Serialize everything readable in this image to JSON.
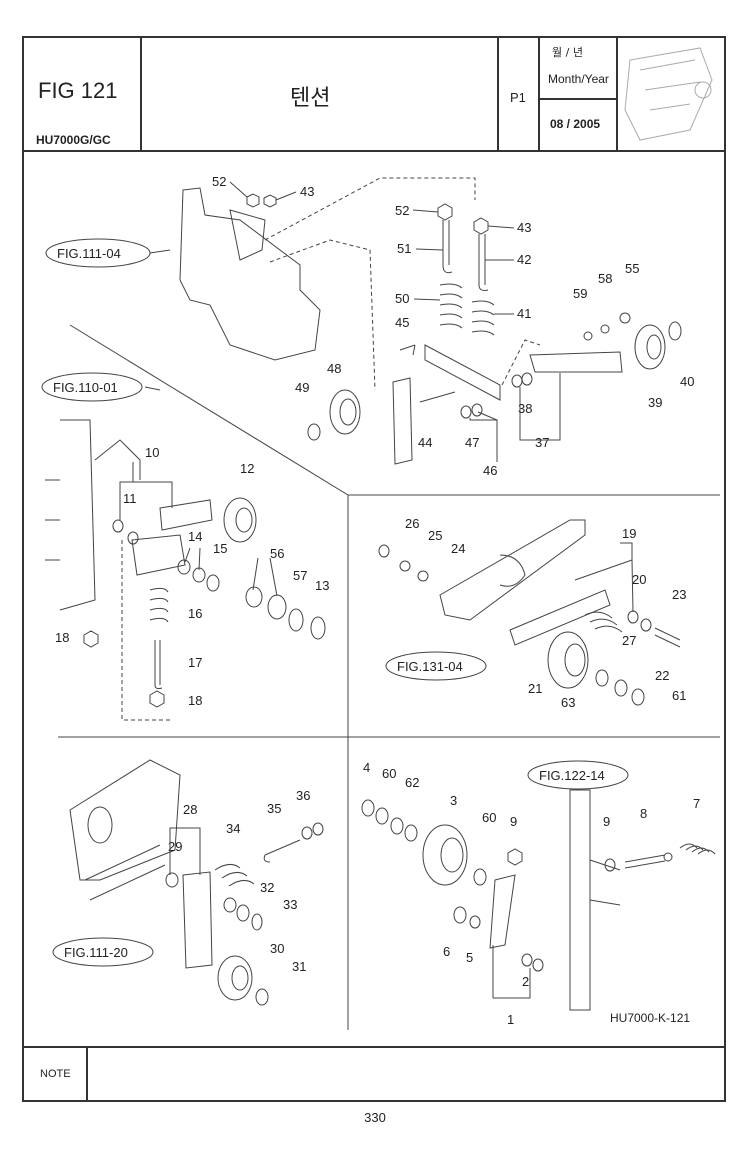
{
  "header": {
    "figure": "FIG 121",
    "model": "HU7000G/GC",
    "title_kr": "텐션",
    "page_code": "P1",
    "date_label_kr": "월 / 년",
    "date_label_en": "Month/Year",
    "date_value": "08 / 2005"
  },
  "refs": {
    "fig_111_04": "FIG.111-04",
    "fig_110_01": "FIG.110-01",
    "fig_131_04": "FIG.131-04",
    "fig_111_20": "FIG.111-20",
    "fig_122_14": "FIG.122-14"
  },
  "drawing_code": "HU7000-K-121",
  "note_label": "NOTE",
  "page_number": "330",
  "part_labels": {
    "p52a": "52",
    "p43a": "43",
    "p52b": "52",
    "p43b": "43",
    "p51": "51",
    "p42": "42",
    "p50": "50",
    "p41": "41",
    "p45": "45",
    "p59": "59",
    "p58": "58",
    "p55": "55",
    "p48": "48",
    "p49": "49",
    "p44": "44",
    "p47": "47",
    "p46": "46",
    "p38": "38",
    "p37": "37",
    "p39": "39",
    "p40": "40",
    "p10": "10",
    "p11": "11",
    "p12": "12",
    "p14": "14",
    "p15": "15",
    "p56": "56",
    "p57": "57",
    "p13": "13",
    "p16": "16",
    "p17": "17",
    "p18a": "18",
    "p18b": "18",
    "p26": "26",
    "p25": "25",
    "p24": "24",
    "p19": "19",
    "p20": "20",
    "p23": "23",
    "p27": "27",
    "p22": "22",
    "p21": "21",
    "p63": "63",
    "p61": "61",
    "p28": "28",
    "p29": "29",
    "p34": "34",
    "p35": "35",
    "p36": "36",
    "p32": "32",
    "p33": "33",
    "p30": "30",
    "p31": "31",
    "p4": "4",
    "p60a": "60",
    "p62": "62",
    "p3": "3",
    "p60b": "60",
    "p9a": "9",
    "p9b": "9",
    "p8": "8",
    "p7": "7",
    "p6": "6",
    "p5": "5",
    "p2": "2",
    "p1": "1"
  }
}
